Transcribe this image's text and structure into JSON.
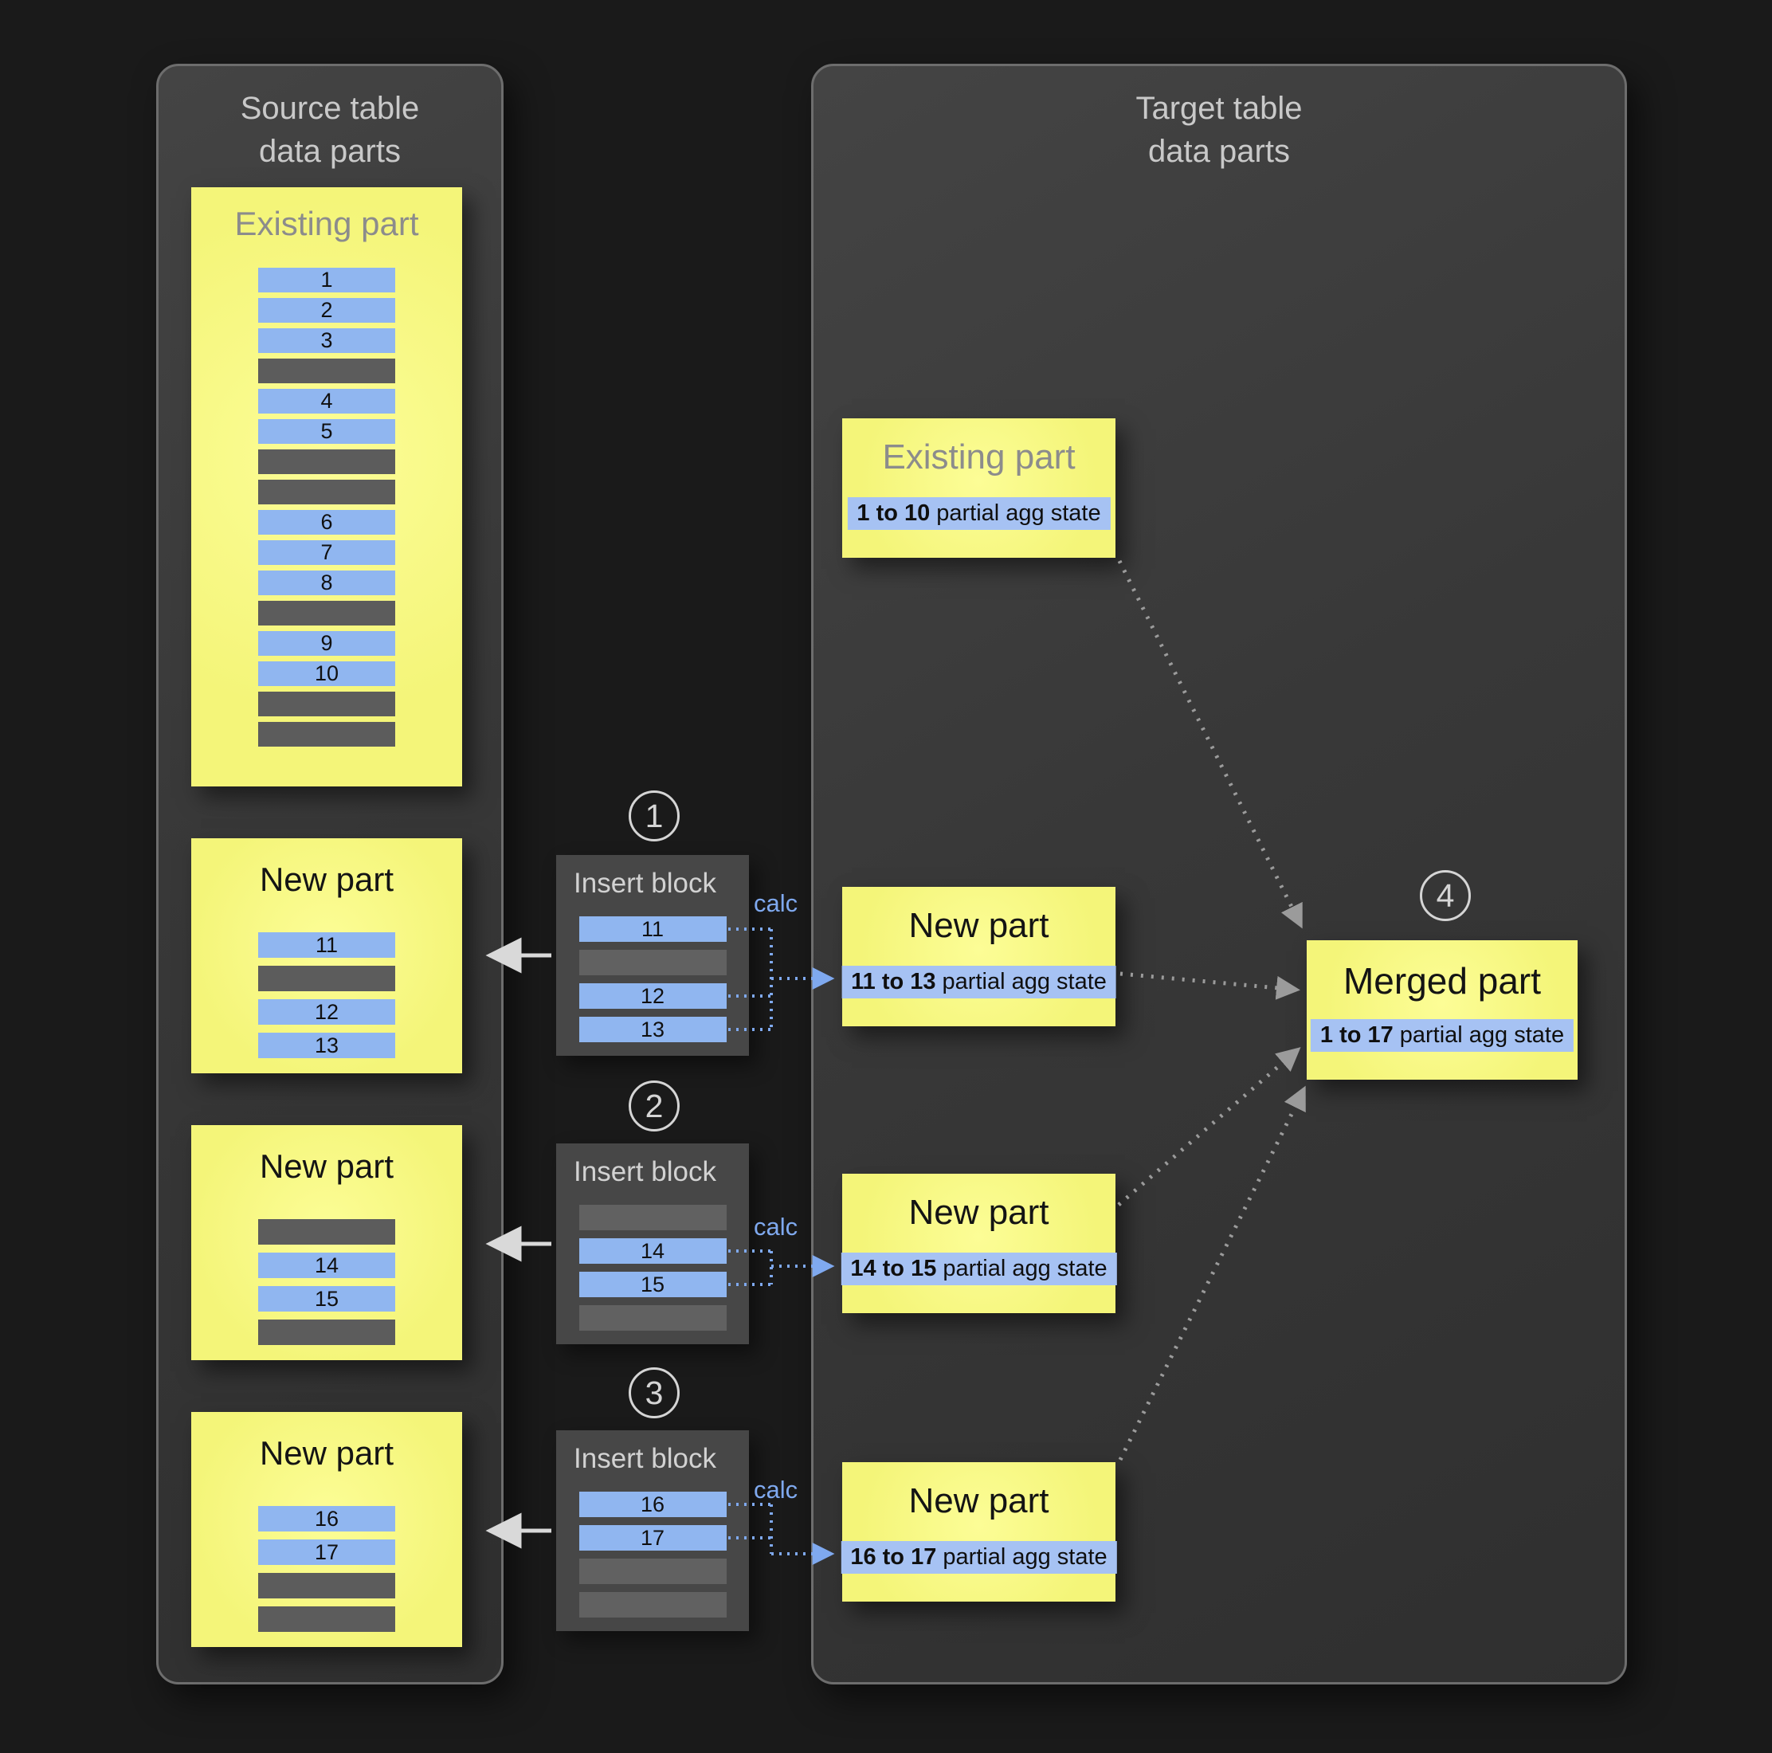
{
  "diagram": {
    "source_panel": {
      "title_line1": "Source table",
      "title_line2": "data parts",
      "existing_part": {
        "title": "Existing part",
        "rows": [
          "1",
          "2",
          "3",
          "gray",
          "4",
          "5",
          "gray",
          "gray",
          "6",
          "7",
          "8",
          "gray",
          "9",
          "10",
          "gray",
          "gray"
        ]
      },
      "new_parts": [
        {
          "title": "New part",
          "rows": [
            "11",
            "gray",
            "12",
            "13"
          ]
        },
        {
          "title": "New part",
          "rows": [
            "gray",
            "14",
            "15",
            "gray"
          ]
        },
        {
          "title": "New part",
          "rows": [
            "16",
            "17",
            "gray",
            "gray"
          ]
        }
      ]
    },
    "insert_blocks": [
      {
        "step": "1",
        "title": "Insert block",
        "calc_label": "calc",
        "rows": [
          "11",
          "gray",
          "12",
          "13"
        ]
      },
      {
        "step": "2",
        "title": "Insert block",
        "calc_label": "calc",
        "rows": [
          "gray",
          "14",
          "15",
          "gray"
        ]
      },
      {
        "step": "3",
        "title": "Insert block",
        "calc_label": "calc",
        "rows": [
          "16",
          "17",
          "gray",
          "gray"
        ]
      }
    ],
    "target_panel": {
      "title_line1": "Target table",
      "title_line2": "data parts",
      "parts": [
        {
          "kind": "existing",
          "title": "Existing part",
          "range": "1 to 10",
          "suffix": "partial agg state"
        },
        {
          "kind": "new",
          "title": "New part",
          "range": "11 to 13",
          "suffix": "partial agg state"
        },
        {
          "kind": "new",
          "title": "New part",
          "range": "14 to 15",
          "suffix": "partial agg state"
        },
        {
          "kind": "new",
          "title": "New part",
          "range": "16 to 17",
          "suffix": "partial agg state"
        }
      ],
      "merged_part": {
        "step": "4",
        "title": "Merged part",
        "range": "1 to 17",
        "suffix": "partial agg state"
      }
    },
    "colors": {
      "background": "#1a1a1a",
      "panel_fill": "#383838",
      "panel_border": "#6d6d6d",
      "part_yellow": "#f4f579",
      "row_blue": "#90b6f0",
      "row_gray": "#5c5c5c",
      "agg_highlight": "#a6c2f3",
      "calc_blue": "#7fa9ef",
      "merge_arrow_gray": "#9b9b9b",
      "insert_arrow_white": "#d9d9d9"
    }
  }
}
